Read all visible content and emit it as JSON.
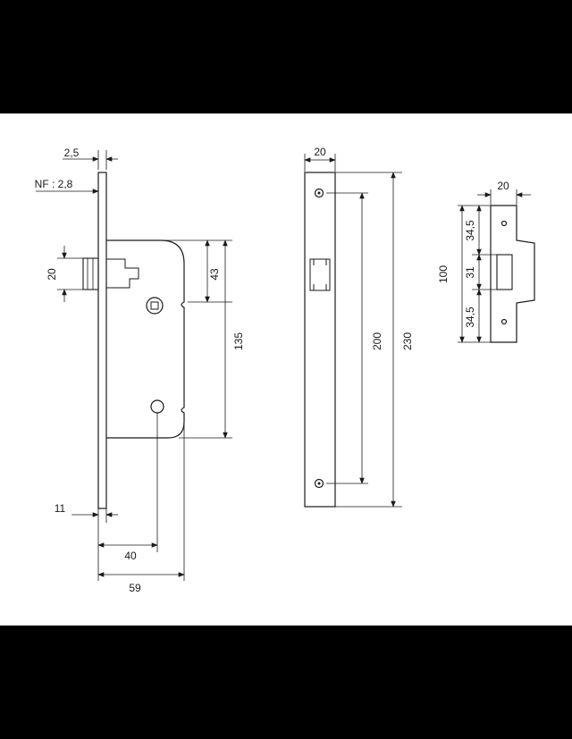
{
  "colors": {
    "background": "#ffffff",
    "frame": "#000000",
    "line": "#1a1a1a"
  },
  "lock_body": {
    "dim_plate_thickness": "2,5",
    "dim_nf": "NF : 2,8",
    "dim_latch": "20",
    "dim_handle_offset": "43",
    "dim_handle_to_key": "135",
    "dim_plate_offset": "11",
    "dim_backset": "40",
    "dim_depth": "59"
  },
  "faceplate": {
    "dim_width": "20",
    "dim_screw_spacing": "200",
    "dim_length": "230"
  },
  "strike_plate": {
    "dim_width": "20",
    "dim_total": "100",
    "dim_top": "34,5",
    "dim_middle": "31",
    "dim_bottom": "34,5"
  }
}
